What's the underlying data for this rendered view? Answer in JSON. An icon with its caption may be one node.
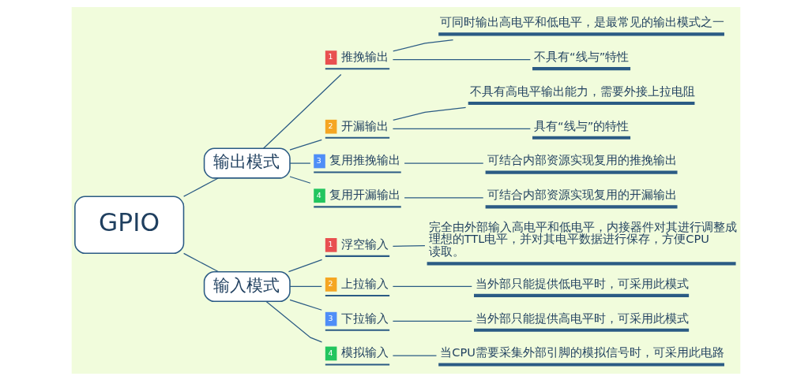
{
  "diagram": {
    "nodes": [
      {
        "text": [
          "GPIO"
        ]
      },
      {
        "text": [
          "输出模式"
        ]
      },
      {
        "text": [
          "1",
          "推挽输出"
        ]
      },
      {
        "text": [
          "可同时输出高电平和低电平，是最常见的输出模式之一"
        ]
      },
      {
        "text": [
          "不具有“线与”特性"
        ]
      },
      {
        "text": [
          "2",
          "开漏输出"
        ]
      },
      {
        "text": [
          "不具有高电平输出能力，需要外接上拉电阻"
        ]
      },
      {
        "text": [
          "具有“线与”的特性"
        ]
      },
      {
        "text": [
          "3",
          "复用推挽输出"
        ]
      },
      {
        "text": [
          "可结合内部资源实现复用的推挽输出"
        ]
      },
      {
        "text": [
          "4",
          "复用开漏输出"
        ]
      },
      {
        "text": [
          "可结合内部资源实现复用的开漏输出"
        ]
      },
      {
        "text": [
          "输入模式"
        ]
      },
      {
        "text": [
          "1",
          "浮空输入"
        ]
      },
      {
        "text": [
          "完全由外部输入高电平和低电平，内接器件对其进行调整成理想的TTL电平，并对其电平数据进行保存，方便CPU读取。"
        ]
      },
      {
        "text": [
          "2",
          "上拉输入"
        ]
      },
      {
        "text": [
          "当外部只能提供低电平时，可采用此模式"
        ]
      },
      {
        "text": [
          "3",
          "下拉输入"
        ]
      },
      {
        "text": [
          "当外部只能提供高电平时，可采用此模式"
        ]
      },
      {
        "text": [
          "4",
          "模拟输入"
        ]
      },
      {
        "text": [
          "当CPU需要采集外部引脚的模拟信号时，可采用此电路"
        ]
      }
    ],
    "edges": [
      {
        "from": 0,
        "to": 1,
        "arrow": "none"
      },
      {
        "from": 1,
        "to": 2,
        "arrow": "none"
      },
      {
        "from": 2,
        "to": 3,
        "arrow": "none"
      },
      {
        "from": 2,
        "to": 4,
        "arrow": "none"
      },
      {
        "from": 1,
        "to": 5,
        "arrow": "none"
      },
      {
        "from": 5,
        "to": 6,
        "arrow": "none"
      },
      {
        "from": 5,
        "to": 7,
        "arrow": "none"
      },
      {
        "from": 1,
        "to": 8,
        "arrow": "none"
      },
      {
        "from": 8,
        "to": 9,
        "arrow": "none"
      },
      {
        "from": 1,
        "to": 10,
        "arrow": "none"
      },
      {
        "from": 10,
        "to": 11,
        "arrow": "none"
      },
      {
        "from": 0,
        "to": 12,
        "arrow": "none"
      },
      {
        "from": 12,
        "to": 13,
        "arrow": "none"
      },
      {
        "from": 13,
        "to": 14,
        "arrow": "none"
      },
      {
        "from": 12,
        "to": 15,
        "arrow": "none"
      },
      {
        "from": 15,
        "to": 16,
        "arrow": "none"
      },
      {
        "from": 12,
        "to": 17,
        "arrow": "none"
      },
      {
        "from": 17,
        "to": 18,
        "arrow": "none"
      },
      {
        "from": 12,
        "to": 19,
        "arrow": "none"
      },
      {
        "from": 19,
        "to": 20,
        "arrow": "none"
      }
    ]
  }
}
